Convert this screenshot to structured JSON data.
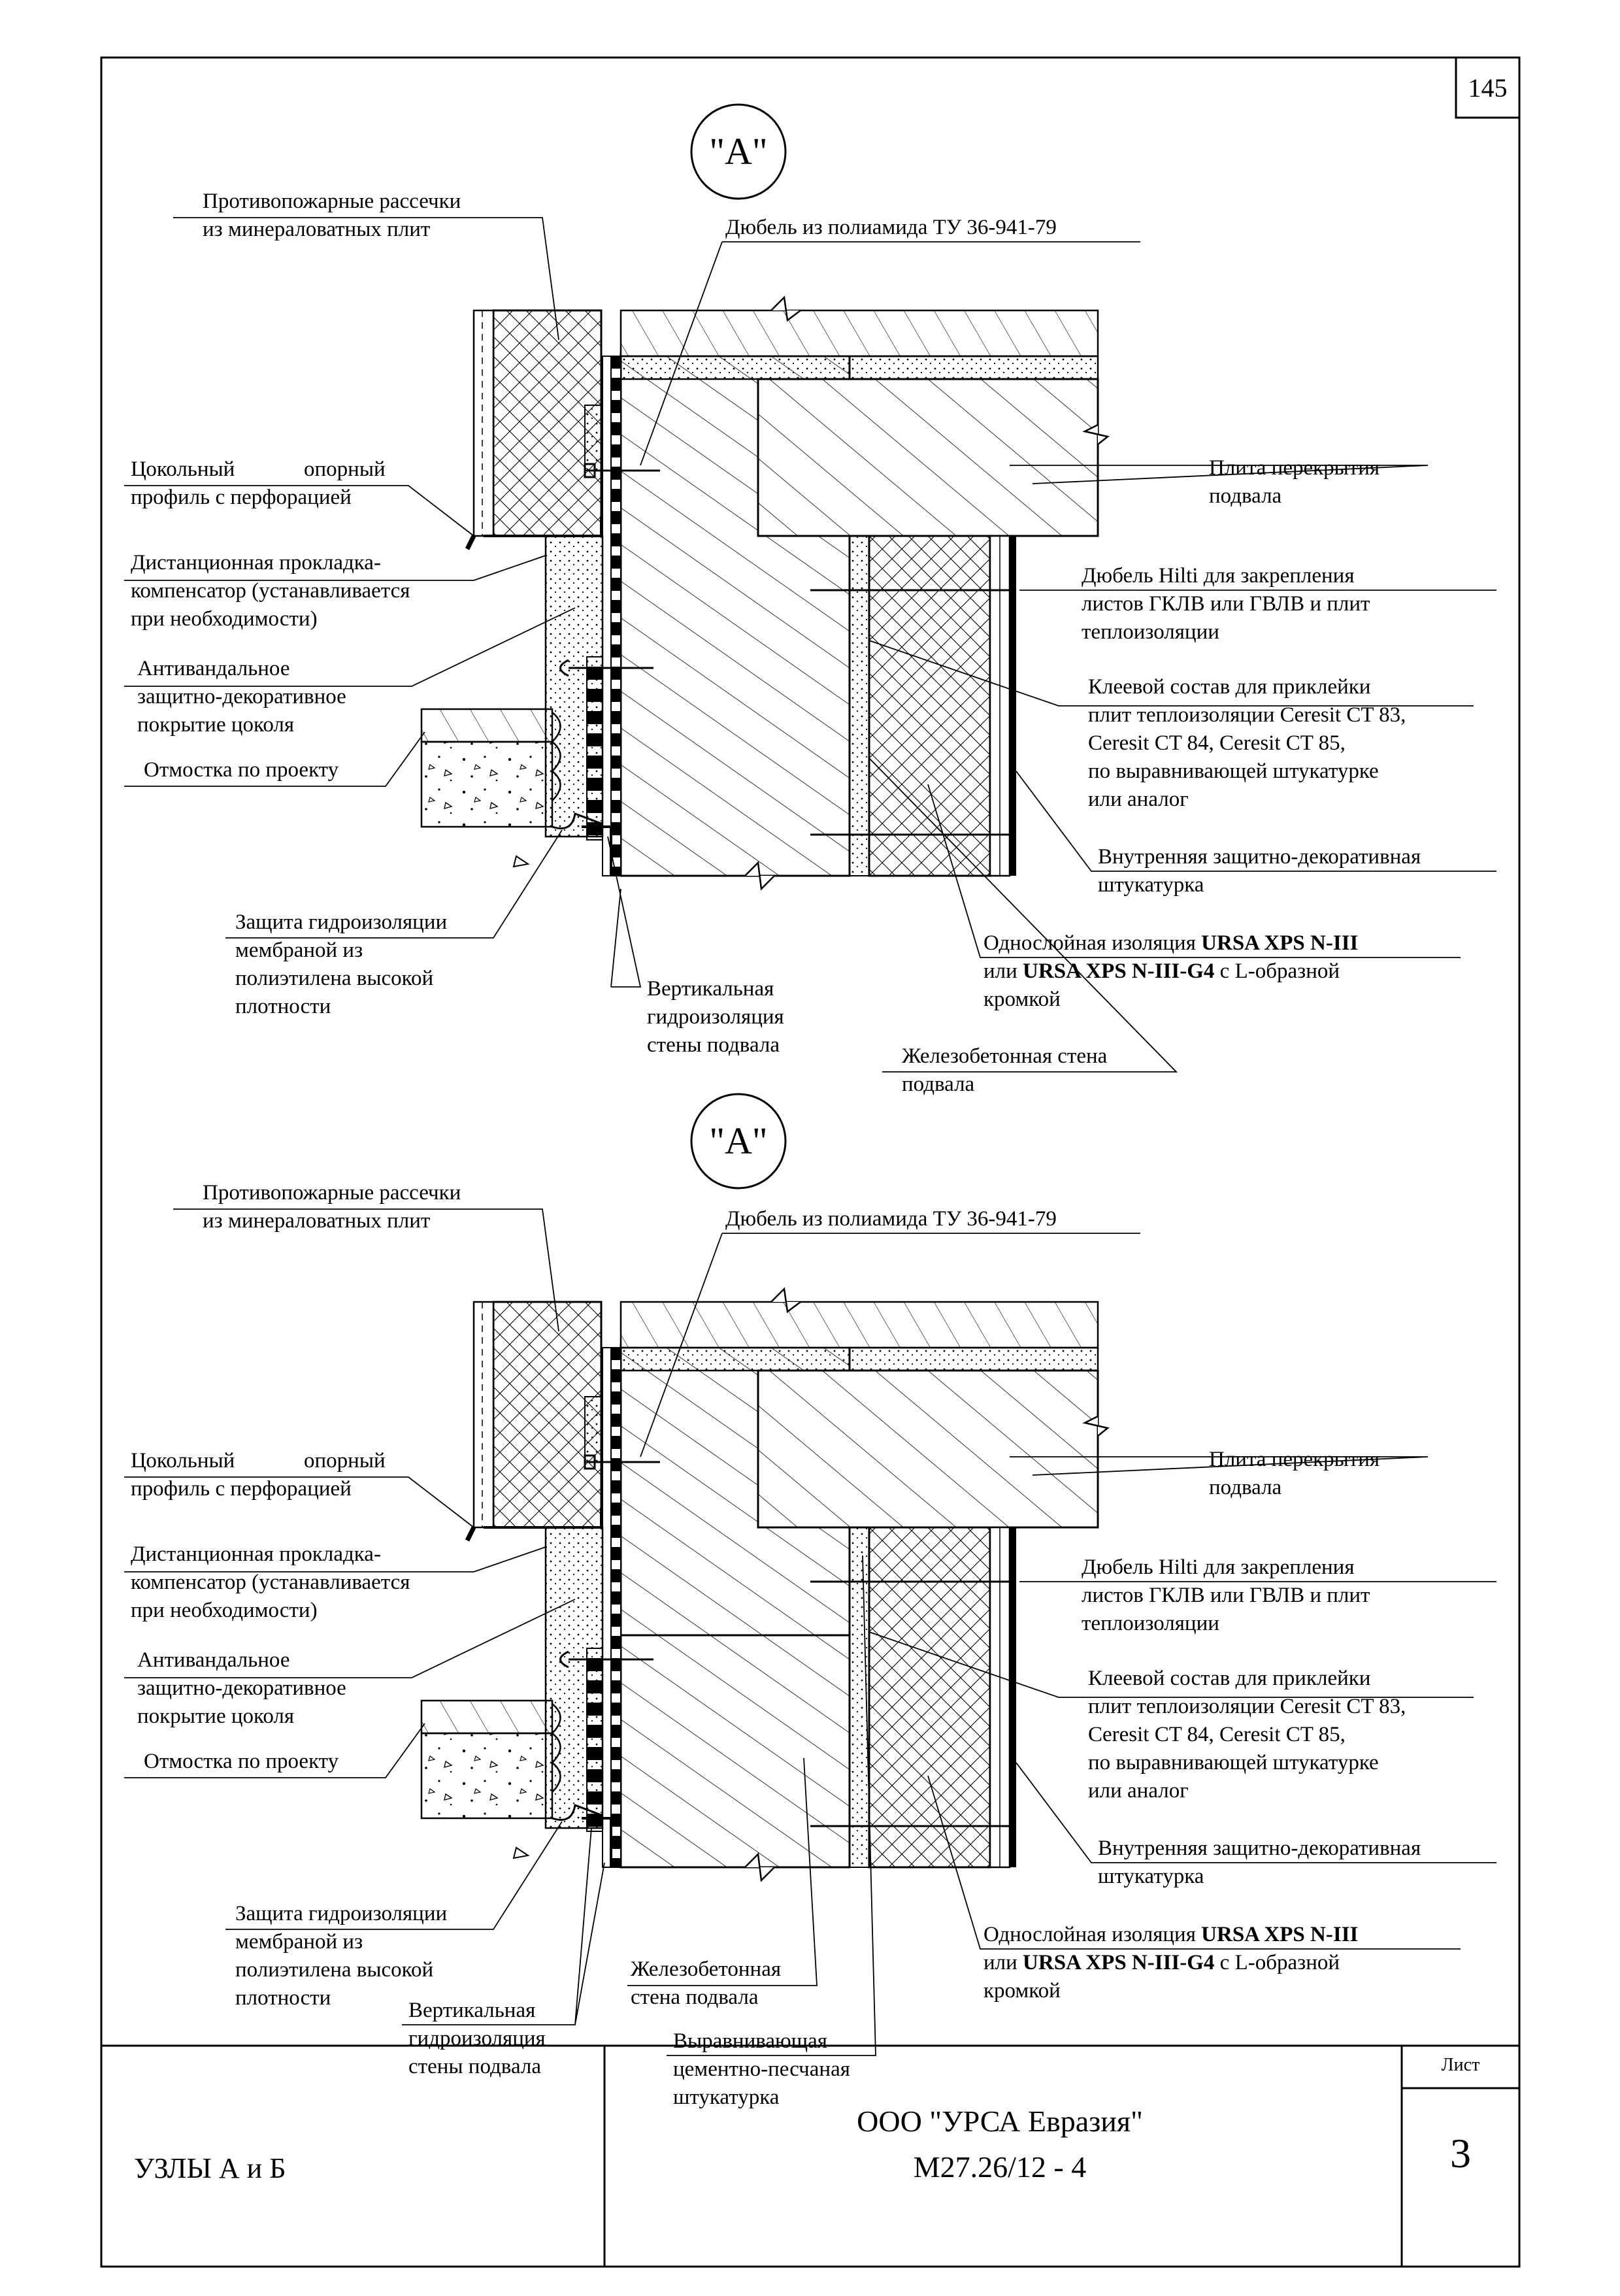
{
  "page_number": "145",
  "stamp": {
    "title": "УЗЛЫ А и Б",
    "organization": "ООО \"УРСА Евразия\"",
    "code": "М27.26/12 - 4",
    "sheet_label": "Лист",
    "sheet_number": "3"
  },
  "detail_top": {
    "marker": "\"А\"",
    "labels": {
      "fire_breaks_1": "Противопожарные рассечки",
      "fire_breaks_2": "из минераловатных плит",
      "dowel_polyamide": "Дюбель из полиамида ТУ 36-941-79",
      "plinth_profile_a": "Цокольный",
      "plinth_profile_b": "опорный",
      "plinth_profile_2": "профиль с перфорацией",
      "spacer_1": "Дистанционная прокладка-",
      "spacer_2": "компенсатор  (устанавливается",
      "spacer_3": "при необходимости)",
      "antivandal_1": "Антивандальное",
      "antivandal_2": "защитно-декоративное",
      "antivandal_3": "покрытие цоколя",
      "blind_area": "Отмостка по проекту",
      "membrane_1": "Защита гидроизоляции",
      "membrane_2": "мембраной из",
      "membrane_3": "полиэтилена высокой",
      "membrane_4": "плотности",
      "vertical_wp_1": "Вертикальная",
      "vertical_wp_2": "гидроизоляция",
      "vertical_wp_3": "стены подвала",
      "rc_wall_1": "Железобетонная стена",
      "rc_wall_2": "подвала",
      "slab_1": "Плита перекрытия",
      "slab_2": "подвала",
      "hilti_1": "Дюбель Hilti для закрепления",
      "hilti_2": "листов ГКЛВ или ГВЛВ и плит",
      "hilti_3": "теплоизоляции",
      "glue_1": "Клеевой состав для приклейки",
      "glue_2": "плит теплоизоляции Ceresit CT 83,",
      "glue_3": "Ceresit CT 84, Ceresit CT 85,",
      "glue_4": "по выравнивающей штукатурке",
      "glue_5": "или аналог",
      "plaster_1": "Внутренняя защитно-декоративная",
      "plaster_2": "штукатурка",
      "ins_1_pre": "Однослойная изоляция ",
      "ins_1_bold": "URSA XPS N-III",
      "ins_2_pre": "или ",
      "ins_2_bold": "URSA XPS N-III-G4",
      "ins_2_post": " с L-образной",
      "ins_3": "кромкой"
    }
  },
  "detail_bottom": {
    "marker": "\"А\"",
    "labels": {
      "fire_breaks_1": "Противопожарные рассечки",
      "fire_breaks_2": "из минераловатных плит",
      "dowel_polyamide": "Дюбель из полиамида ТУ 36-941-79",
      "plinth_profile_a": "Цокольный",
      "plinth_profile_b": "опорный",
      "plinth_profile_2": "профиль с перфорацией",
      "spacer_1": "Дистанционная прокладка-",
      "spacer_2": "компенсатор  (устанавливается",
      "spacer_3": "при необходимости)",
      "antivandal_1": "Антивандальное",
      "antivandal_2": "защитно-декоративное",
      "antivandal_3": "покрытие цоколя",
      "blind_area": "Отмостка по проекту",
      "membrane_1": "Защита гидроизоляции",
      "membrane_2": "мембраной из",
      "membrane_3": "полиэтилена высокой",
      "membrane_4": "плотности",
      "vertical_wp_1": "Вертикальная",
      "vertical_wp_2": "гидроизоляция",
      "vertical_wp_3": "стены подвала",
      "rc_wall_1": "Железобетонная",
      "rc_wall_2": "стена подвала",
      "leveling_1": "Выравнивающая",
      "leveling_2": "цементно-песчаная",
      "leveling_3": "штукатурка",
      "slab_1": "Плита перекрытия",
      "slab_2": "подвала",
      "hilti_1": "Дюбель Hilti для закрепления",
      "hilti_2": "листов ГКЛВ или ГВЛВ и плит",
      "hilti_3": "теплоизоляции",
      "glue_1": "Клеевой состав для приклейки",
      "glue_2": "плит теплоизоляции Ceresit CT 83,",
      "glue_3": "Ceresit CT 84, Ceresit CT 85,",
      "glue_4": "по выравнивающей штукатурке",
      "glue_5": "или аналог",
      "plaster_1": "Внутренняя защитно-декоративная",
      "plaster_2": "штукатурка",
      "ins_1_pre": "Однослойная изоляция ",
      "ins_1_bold": "URSA XPS N-III",
      "ins_2_pre": "или ",
      "ins_2_bold": "URSA XPS N-III-G4",
      "ins_2_post": " с L-образной",
      "ins_3": "кромкой"
    }
  }
}
